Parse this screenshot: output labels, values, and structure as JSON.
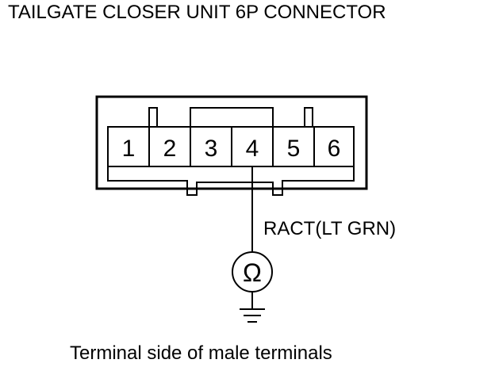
{
  "title": "TAILGATE CLOSER UNIT 6P CONNECTOR",
  "caption": "Terminal side of male terminals",
  "connector": {
    "pins": [
      "1",
      "2",
      "3",
      "4",
      "5",
      "6"
    ]
  },
  "wire_label": "RACT(LT GRN)",
  "meter_symbol": "Ω",
  "icons": [
    "ohmmeter-icon",
    "ground-icon"
  ]
}
